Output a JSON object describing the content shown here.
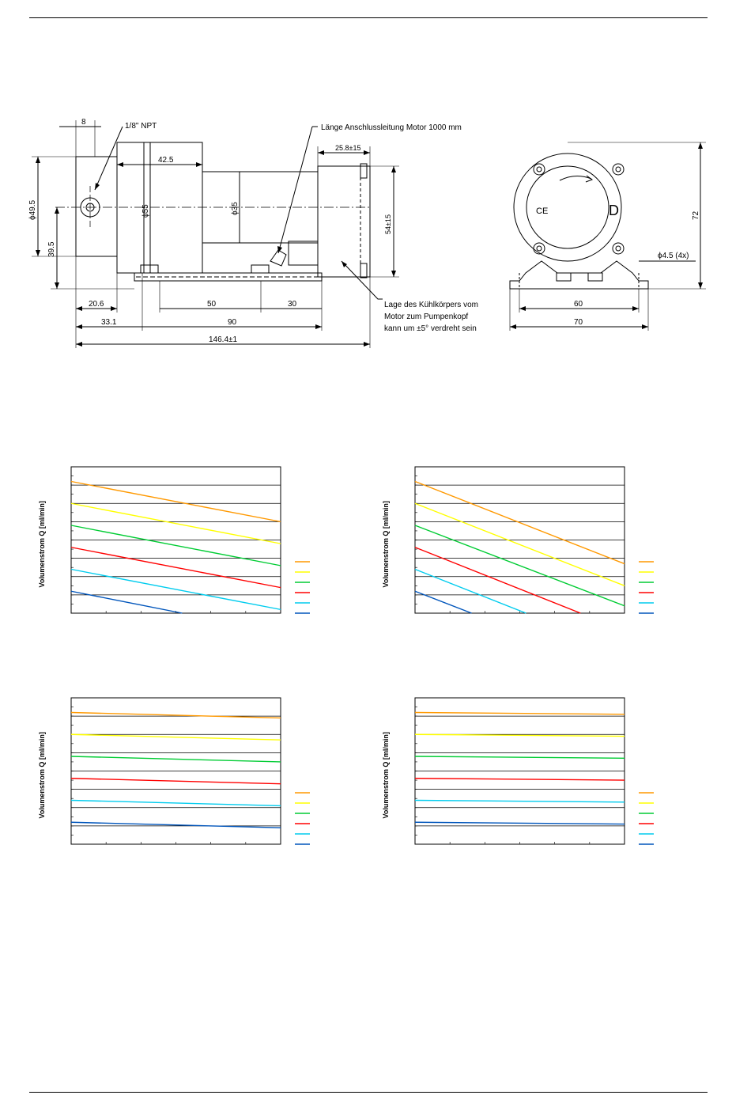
{
  "drawing": {
    "dims": {
      "npt": "1/8\" NPT",
      "w8": "8",
      "d495": "ϕ49.5",
      "h395": "39.5",
      "w425": "42.5",
      "d55": "ϕ55",
      "d35": "ϕ35",
      "w258": "25.8±15",
      "h54": "54±15",
      "w206": "20.6",
      "w50": "50",
      "w30": "30",
      "w331": "33.1",
      "w90": "90",
      "w1464": "146.4±1",
      "h72": "72",
      "hole": "ϕ4.5 (4x)",
      "w60": "60",
      "w70": "70"
    },
    "notes": {
      "cable": "Länge Anschlussleitung Motor 1000 mm",
      "heatsink_1": "Lage des Kühlkörpers vom",
      "heatsink_2": "Motor zum Pumpenkopf",
      "heatsink_3": "kann um ±5° verdreht sein"
    },
    "front_marks": {
      "ce": "CE",
      "d": "D"
    }
  },
  "colors": [
    "#ff9900",
    "#ffff00",
    "#00cc33",
    "#ff0000",
    "#00ccee",
    "#0055bb"
  ],
  "chart_data": [
    {
      "type": "line",
      "ylabel": "Volumenstrom Q [ml/min]",
      "x": [
        0,
        1
      ],
      "ylim": [
        0,
        8
      ],
      "series": [
        {
          "color": "#ff9900",
          "values": [
            7.2,
            5.0
          ]
        },
        {
          "color": "#ffff00",
          "values": [
            6.0,
            3.8
          ]
        },
        {
          "color": "#00cc33",
          "values": [
            4.8,
            2.6
          ]
        },
        {
          "color": "#ff0000",
          "values": [
            3.6,
            1.4
          ]
        },
        {
          "color": "#00ccee",
          "values": [
            2.4,
            0.2
          ]
        },
        {
          "color": "#0055bb",
          "values": [
            1.2,
            0.0
          ],
          "end_x": 0.53
        }
      ]
    },
    {
      "type": "line",
      "ylabel": "Volumenstrom Q [ml/min]",
      "x": [
        0,
        1
      ],
      "ylim": [
        0,
        8
      ],
      "series": [
        {
          "color": "#ff9900",
          "values": [
            7.2,
            2.7
          ]
        },
        {
          "color": "#ffff00",
          "values": [
            6.0,
            1.5
          ]
        },
        {
          "color": "#00cc33",
          "values": [
            4.8,
            0.4
          ]
        },
        {
          "color": "#ff0000",
          "values": [
            3.6,
            0.0
          ],
          "end_x": 0.79
        },
        {
          "color": "#00ccee",
          "values": [
            2.4,
            0.0
          ],
          "end_x": 0.53
        },
        {
          "color": "#0055bb",
          "values": [
            1.2,
            0.0
          ],
          "end_x": 0.27
        }
      ]
    },
    {
      "type": "line",
      "ylabel": "Volumenstrom Q [ml/min]",
      "x": [
        0,
        1
      ],
      "ylim": [
        0,
        8
      ],
      "series": [
        {
          "color": "#ff9900",
          "values": [
            7.2,
            6.9
          ]
        },
        {
          "color": "#ffff00",
          "values": [
            6.0,
            5.7
          ]
        },
        {
          "color": "#00cc33",
          "values": [
            4.8,
            4.5
          ]
        },
        {
          "color": "#ff0000",
          "values": [
            3.6,
            3.3
          ]
        },
        {
          "color": "#00ccee",
          "values": [
            2.4,
            2.1
          ]
        },
        {
          "color": "#0055bb",
          "values": [
            1.2,
            0.9
          ]
        }
      ]
    },
    {
      "type": "line",
      "ylabel": "Volumenstrom Q [ml/min]",
      "x": [
        0,
        1
      ],
      "ylim": [
        0,
        8
      ],
      "series": [
        {
          "color": "#ff9900",
          "values": [
            7.2,
            7.1
          ]
        },
        {
          "color": "#ffff00",
          "values": [
            6.0,
            5.9
          ]
        },
        {
          "color": "#00cc33",
          "values": [
            4.8,
            4.7
          ]
        },
        {
          "color": "#ff0000",
          "values": [
            3.6,
            3.5
          ]
        },
        {
          "color": "#00ccee",
          "values": [
            2.4,
            2.3
          ]
        },
        {
          "color": "#0055bb",
          "values": [
            1.2,
            1.1
          ]
        }
      ]
    }
  ]
}
